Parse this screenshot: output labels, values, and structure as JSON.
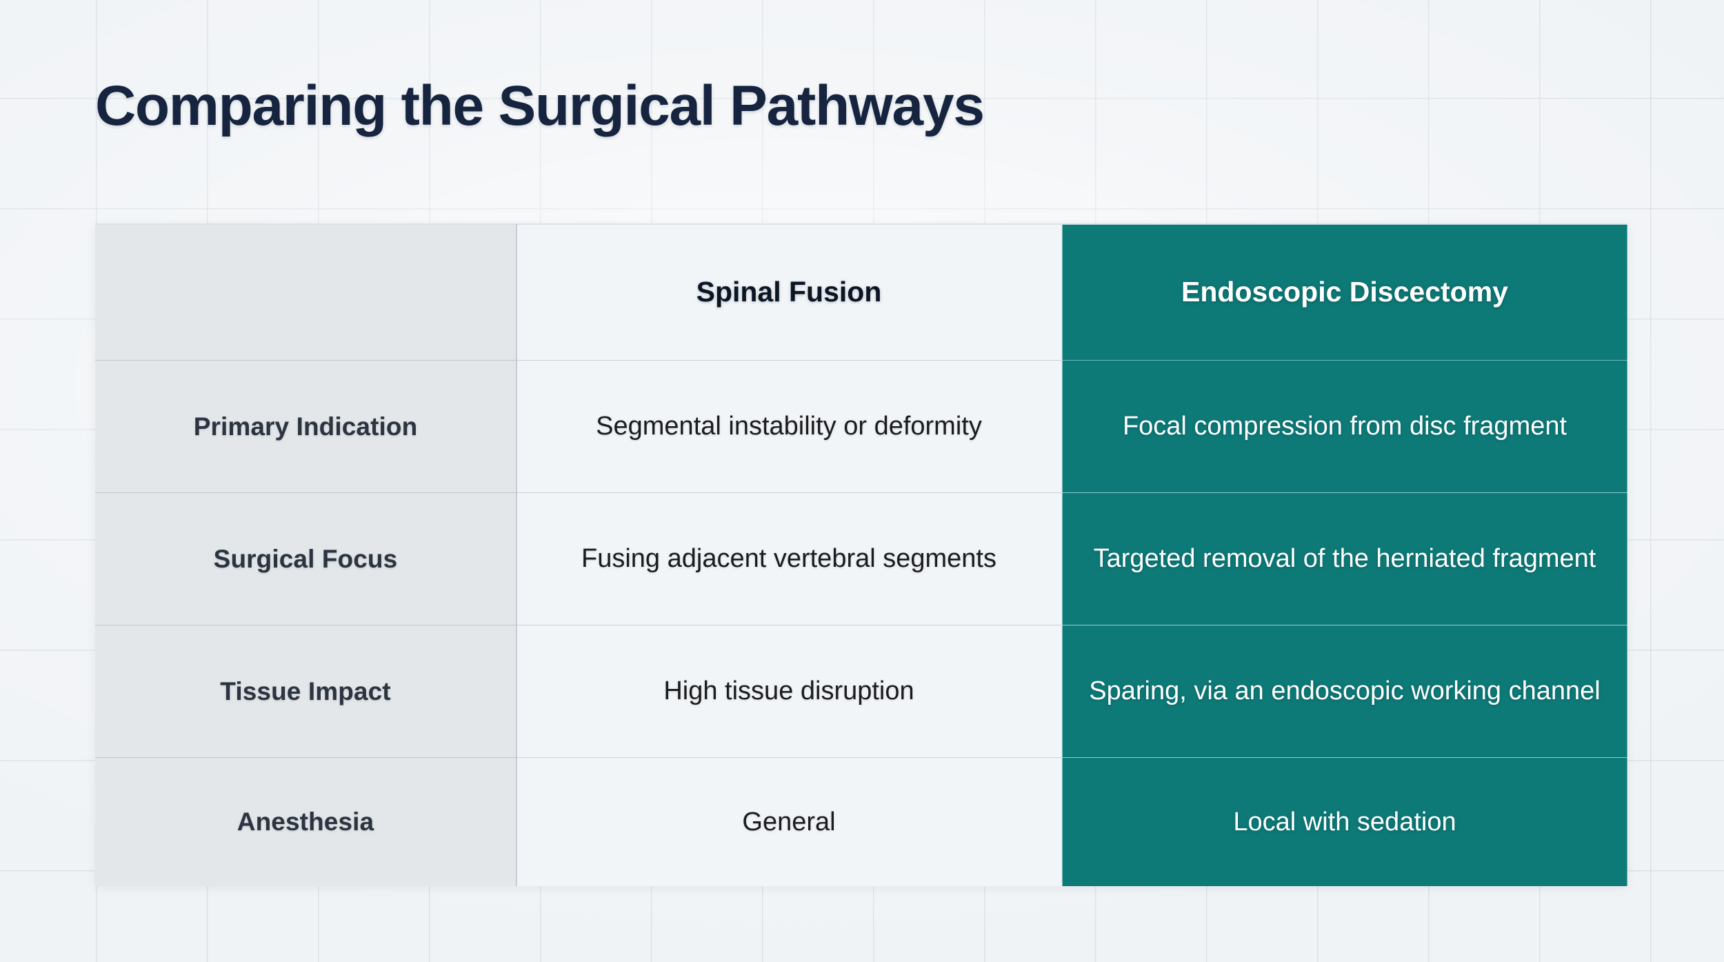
{
  "page": {
    "title": "Comparing the Surgical Pathways",
    "background_color": "#f0f3f6",
    "title_color": "#16243f",
    "accent_color": "#0d7a78",
    "label_column_color": "#e4e7e9"
  },
  "table": {
    "corner_label": "",
    "columns": [
      {
        "key": "attribute",
        "label": ""
      },
      {
        "key": "spinal_fusion",
        "label": "Spinal Fusion"
      },
      {
        "key": "endoscopic_discectomy",
        "label": "Endoscopic Discectomy",
        "highlighted": true
      }
    ],
    "rows": [
      {
        "label": "Primary Indication",
        "spinal_fusion": "Segmental instability or deformity",
        "endoscopic_discectomy": "Focal compression from disc fragment"
      },
      {
        "label": "Surgical Focus",
        "spinal_fusion": "Fusing adjacent vertebral segments",
        "endoscopic_discectomy": "Targeted removal of the herniated fragment"
      },
      {
        "label": "Tissue Impact",
        "spinal_fusion": "High tissue disruption",
        "endoscopic_discectomy": "Sparing, via an endoscopic working channel"
      },
      {
        "label": "Anesthesia",
        "spinal_fusion": "General",
        "endoscopic_discectomy": "Local with sedation"
      }
    ]
  }
}
